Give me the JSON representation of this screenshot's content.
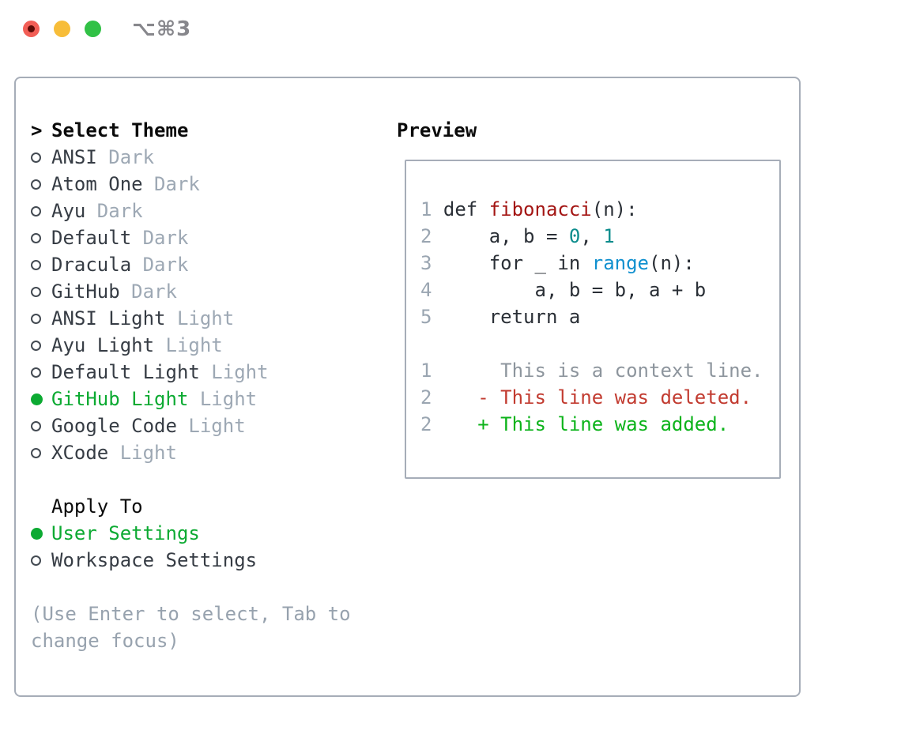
{
  "window": {
    "shortcut_label": "⌥⌘3"
  },
  "colors": {
    "accent_green": "#0caa32",
    "muted_gray": "#9da8b4",
    "border_gray": "#a6adb8",
    "function_red": "#a31513",
    "number_teal": "#0c8c8c",
    "builtin_blue": "#1090cf",
    "diff_deleted_red": "#c23b30",
    "diff_added_green": "#0cb31a",
    "traffic_red": "#f25e56",
    "traffic_yellow": "#f7bd39",
    "traffic_green": "#31c146"
  },
  "theme_picker": {
    "title_marker": ">",
    "title": "Select Theme",
    "themes": [
      {
        "name": "ANSI",
        "variant": "Dark",
        "selected": false
      },
      {
        "name": "Atom One",
        "variant": "Dark",
        "selected": false
      },
      {
        "name": "Ayu",
        "variant": "Dark",
        "selected": false
      },
      {
        "name": "Default",
        "variant": "Dark",
        "selected": false
      },
      {
        "name": "Dracula",
        "variant": "Dark",
        "selected": false
      },
      {
        "name": "GitHub",
        "variant": "Dark",
        "selected": false
      },
      {
        "name": "ANSI Light",
        "variant": "Light",
        "selected": false
      },
      {
        "name": "Ayu Light",
        "variant": "Light",
        "selected": false
      },
      {
        "name": "Default Light",
        "variant": "Light",
        "selected": false
      },
      {
        "name": "GitHub Light",
        "variant": "Light",
        "selected": true
      },
      {
        "name": "Google Code",
        "variant": "Light",
        "selected": false
      },
      {
        "name": "XCode",
        "variant": "Light",
        "selected": false
      }
    ],
    "apply_to": {
      "title": "Apply To",
      "options": [
        {
          "name": "User Settings",
          "selected": true
        },
        {
          "name": "Workspace Settings",
          "selected": false
        }
      ]
    },
    "hint_line1": "(Use Enter to select, Tab to",
    "hint_line2": "change focus)"
  },
  "preview": {
    "title": "Preview",
    "lines": [
      [
        {
          "c": "gutter",
          "t": "1 "
        },
        {
          "c": "plain",
          "t": "def "
        },
        {
          "c": "func",
          "t": "fibonacci"
        },
        {
          "c": "plain",
          "t": "(n):"
        }
      ],
      [
        {
          "c": "gutter",
          "t": "2 "
        },
        {
          "c": "plain",
          "t": "    a, b = "
        },
        {
          "c": "num",
          "t": "0"
        },
        {
          "c": "plain",
          "t": ", "
        },
        {
          "c": "num",
          "t": "1"
        }
      ],
      [
        {
          "c": "gutter",
          "t": "3 "
        },
        {
          "c": "plain",
          "t": "    for _ in "
        },
        {
          "c": "builtin",
          "t": "range"
        },
        {
          "c": "plain",
          "t": "(n):"
        }
      ],
      [
        {
          "c": "gutter",
          "t": "4 "
        },
        {
          "c": "plain",
          "t": "        a, b = b, a + b"
        }
      ],
      [
        {
          "c": "gutter",
          "t": "5 "
        },
        {
          "c": "plain",
          "t": "    return a"
        }
      ],
      [],
      [
        {
          "c": "gutter",
          "t": "1 "
        },
        {
          "c": "context",
          "t": "     This is a context line."
        }
      ],
      [
        {
          "c": "gutter",
          "t": "2 "
        },
        {
          "c": "del",
          "t": "   - This line was deleted."
        }
      ],
      [
        {
          "c": "gutter",
          "t": "2 "
        },
        {
          "c": "add",
          "t": "   + This line was added."
        }
      ]
    ]
  }
}
